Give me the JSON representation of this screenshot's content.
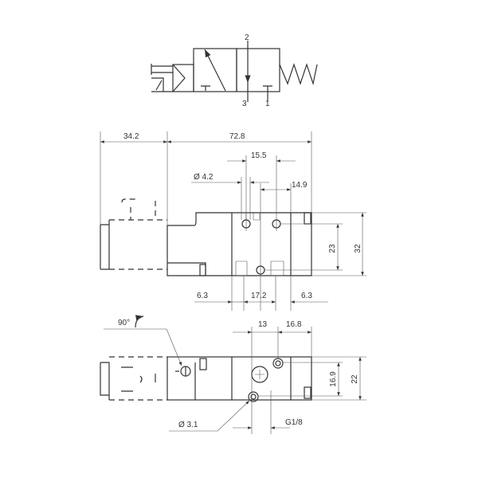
{
  "symbol": {
    "port_2": "2",
    "port_3": "3",
    "port_1": "1"
  },
  "front_view": {
    "dim_solenoid": "34.2",
    "dim_length": "72.8",
    "dim_hole_spacing": "15.5",
    "dim_hole_diameter": "Ø 4.2",
    "dim_offset": "14.9",
    "dim_height_outer": "32",
    "dim_height_holes": "23",
    "dim_left": "6.3",
    "dim_center": "17.2",
    "dim_right": "6.3"
  },
  "bottom_view": {
    "rotation": "90°",
    "dim_13": "13",
    "dim_16_8": "16.8",
    "dim_22": "22",
    "dim_16_9": "16.9",
    "dim_mount_hole": "Ø 3.1",
    "dim_port_thread": "G1/8"
  }
}
